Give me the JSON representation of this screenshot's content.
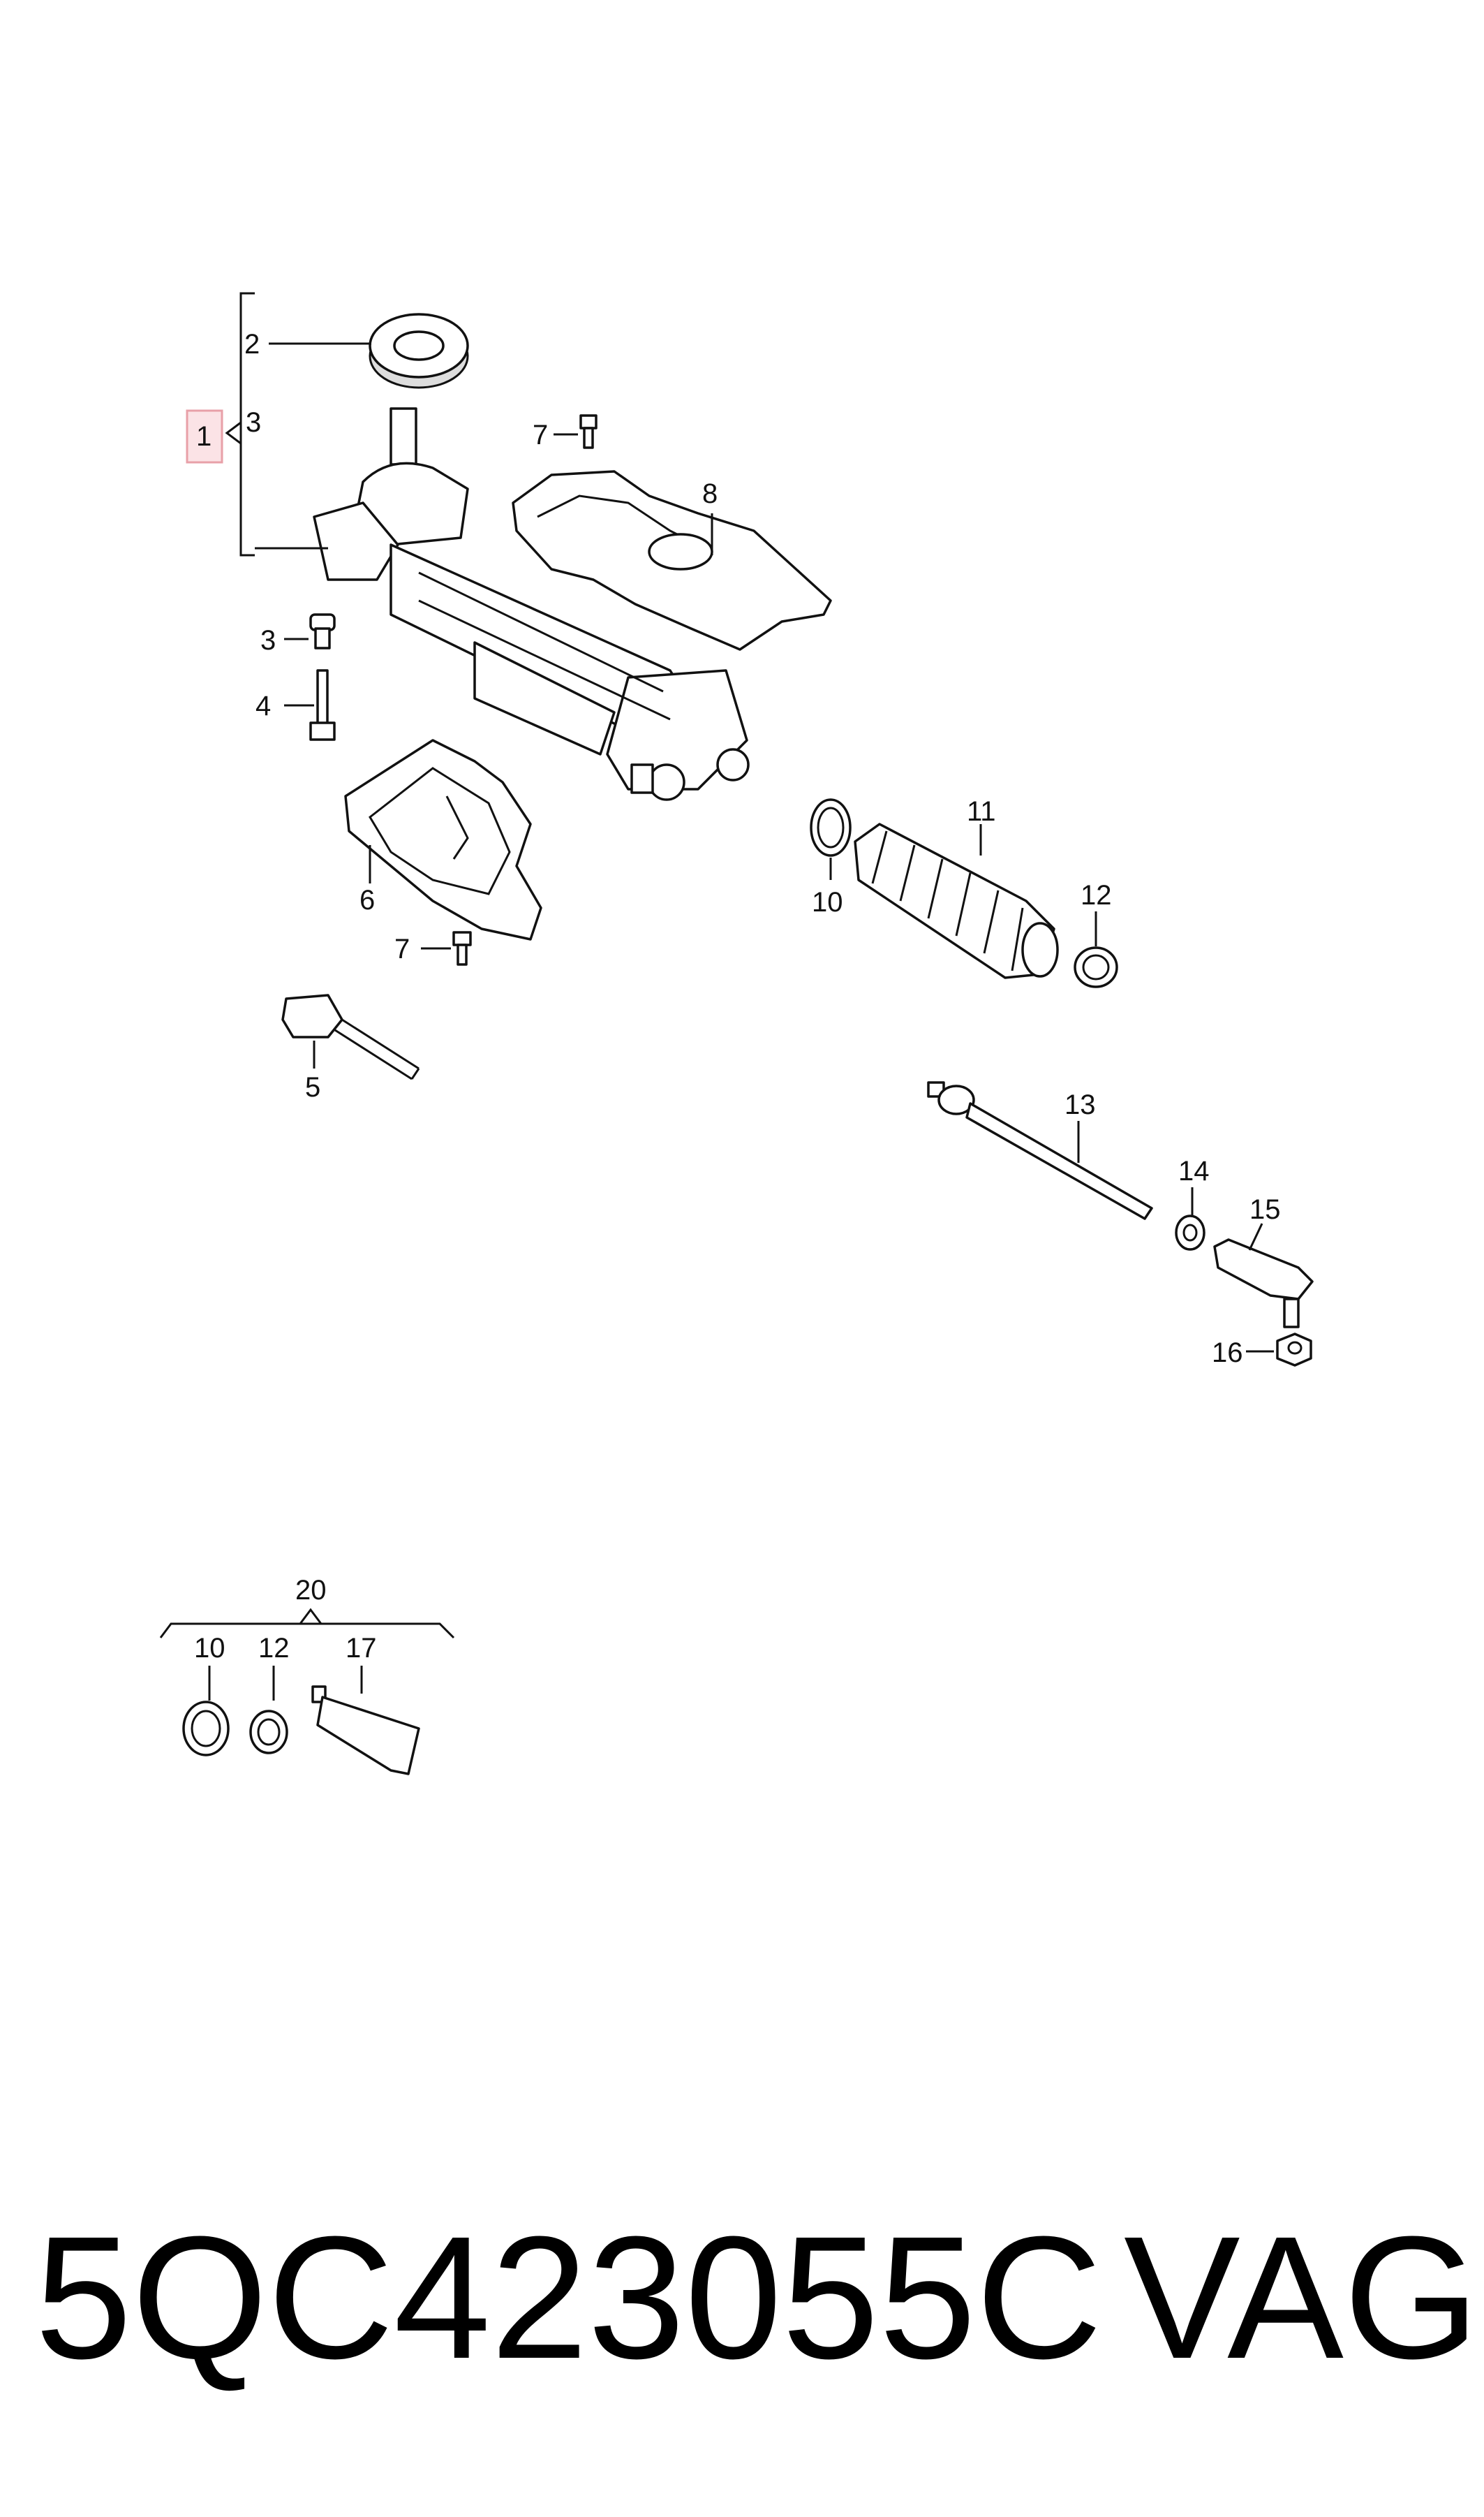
{
  "callouts": {
    "c1": "1",
    "c2": "2",
    "c3a": "3",
    "c3b": "3",
    "c4": "4",
    "c5": "5",
    "c6": "6",
    "c7a": "7",
    "c7b": "7",
    "c8": "8",
    "c10a": "10",
    "c10b": "10",
    "c11": "11",
    "c12a": "12",
    "c12b": "12",
    "c13": "13",
    "c14": "14",
    "c15": "15",
    "c16": "16",
    "c17": "17",
    "c20": "20"
  },
  "colors": {
    "highlight_box": "#e8a0a8",
    "highlight_fill": "#fbe3e6"
  },
  "footer": {
    "part_number": "5QC423055C",
    "brand": "VAG"
  }
}
